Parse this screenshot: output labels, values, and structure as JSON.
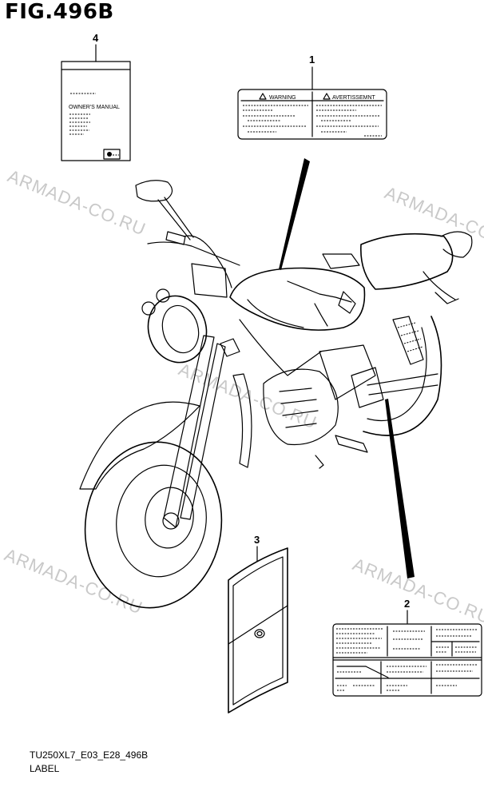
{
  "figure": {
    "title": "FIG.496B",
    "code": "TU250XL7_E03_E28_496B",
    "section": "LABEL"
  },
  "watermark": {
    "text": "ARMADA-CO.RU",
    "color": "#c9c9c9"
  },
  "callouts": [
    {
      "number": "1"
    },
    {
      "number": "2"
    },
    {
      "number": "3"
    },
    {
      "number": "4"
    }
  ],
  "label_1": {
    "left_heading": "WARNING",
    "right_heading": "AVERTISSEMNT"
  },
  "manual_4": {
    "heading": "OWNER'S MANUAL"
  }
}
